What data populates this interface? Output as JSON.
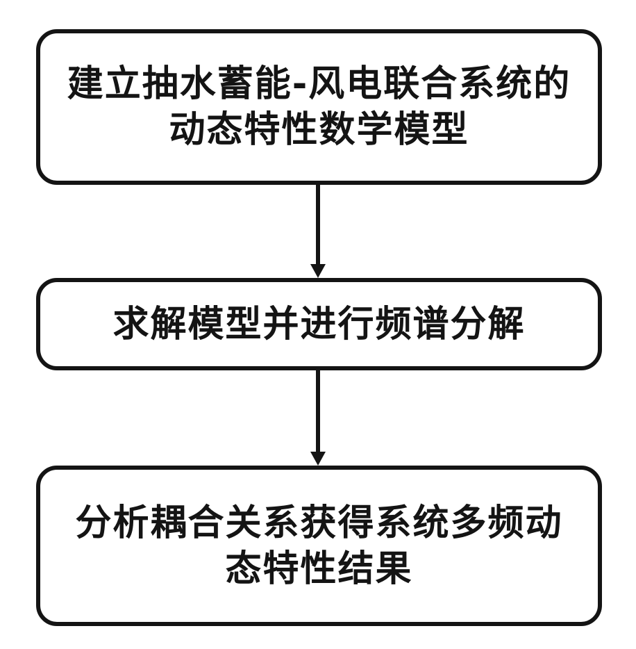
{
  "figure": {
    "type": "flowchart",
    "background_color": "#ffffff",
    "line_color": "#141414",
    "steps": [
      {
        "name": "build-model",
        "text": "建立抽水蓄能-风电联合系统的\n动态特性数学模型"
      },
      {
        "name": "solve-and-decompose",
        "text": "求解模型并进行频谱分解"
      },
      {
        "name": "analyze-coupling-results",
        "text": "分析耦合关系获得系统多频动\n态特性结果"
      }
    ],
    "connectors": [
      {
        "name": "arrow-step1-to-step2",
        "direction": "down"
      },
      {
        "name": "arrow-step2-to-step3",
        "direction": "down"
      }
    ]
  }
}
